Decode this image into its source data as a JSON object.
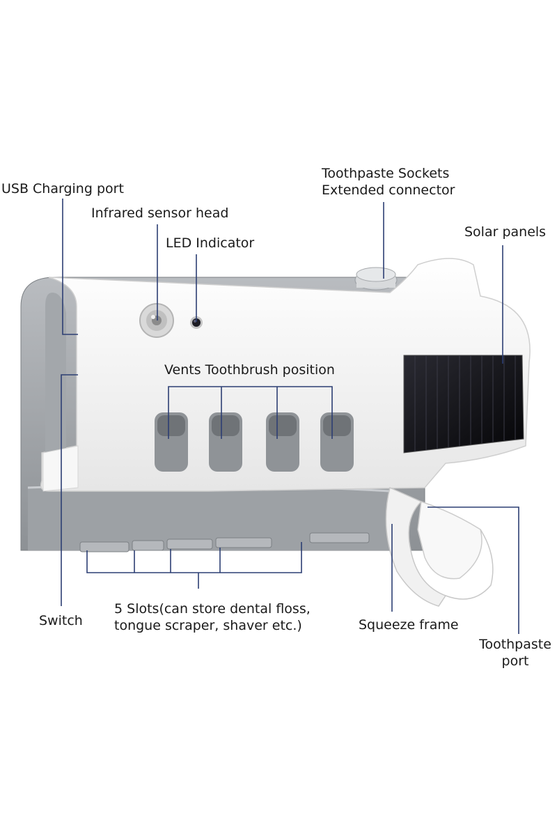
{
  "labels": {
    "usb_port": "USB Charging port",
    "infrared_sensor": "Infrared sensor head",
    "led_indicator": "LED Indicator",
    "toothpaste_sockets_line1": "Toothpaste Sockets",
    "toothpaste_sockets_line2": "Extended connector",
    "solar_panels": "Solar panels",
    "vents": "Vents Toothbrush position",
    "switch": "Switch",
    "slots_line1": "5 Slots(can store dental floss,",
    "slots_line2": "tongue scraper, shaver etc.)",
    "squeeze_frame": "Squeeze frame",
    "toothpaste_port_line1": "Toothpaste",
    "toothpaste_port_line2": "port"
  },
  "colors": {
    "body_white": "#f4f4f4",
    "housing_gray": "#9a9ea2",
    "shadow_gray": "#6e7276",
    "solar_panel": "#101014",
    "leader_line": "#2c3e73",
    "text": "#1a1a1a"
  }
}
